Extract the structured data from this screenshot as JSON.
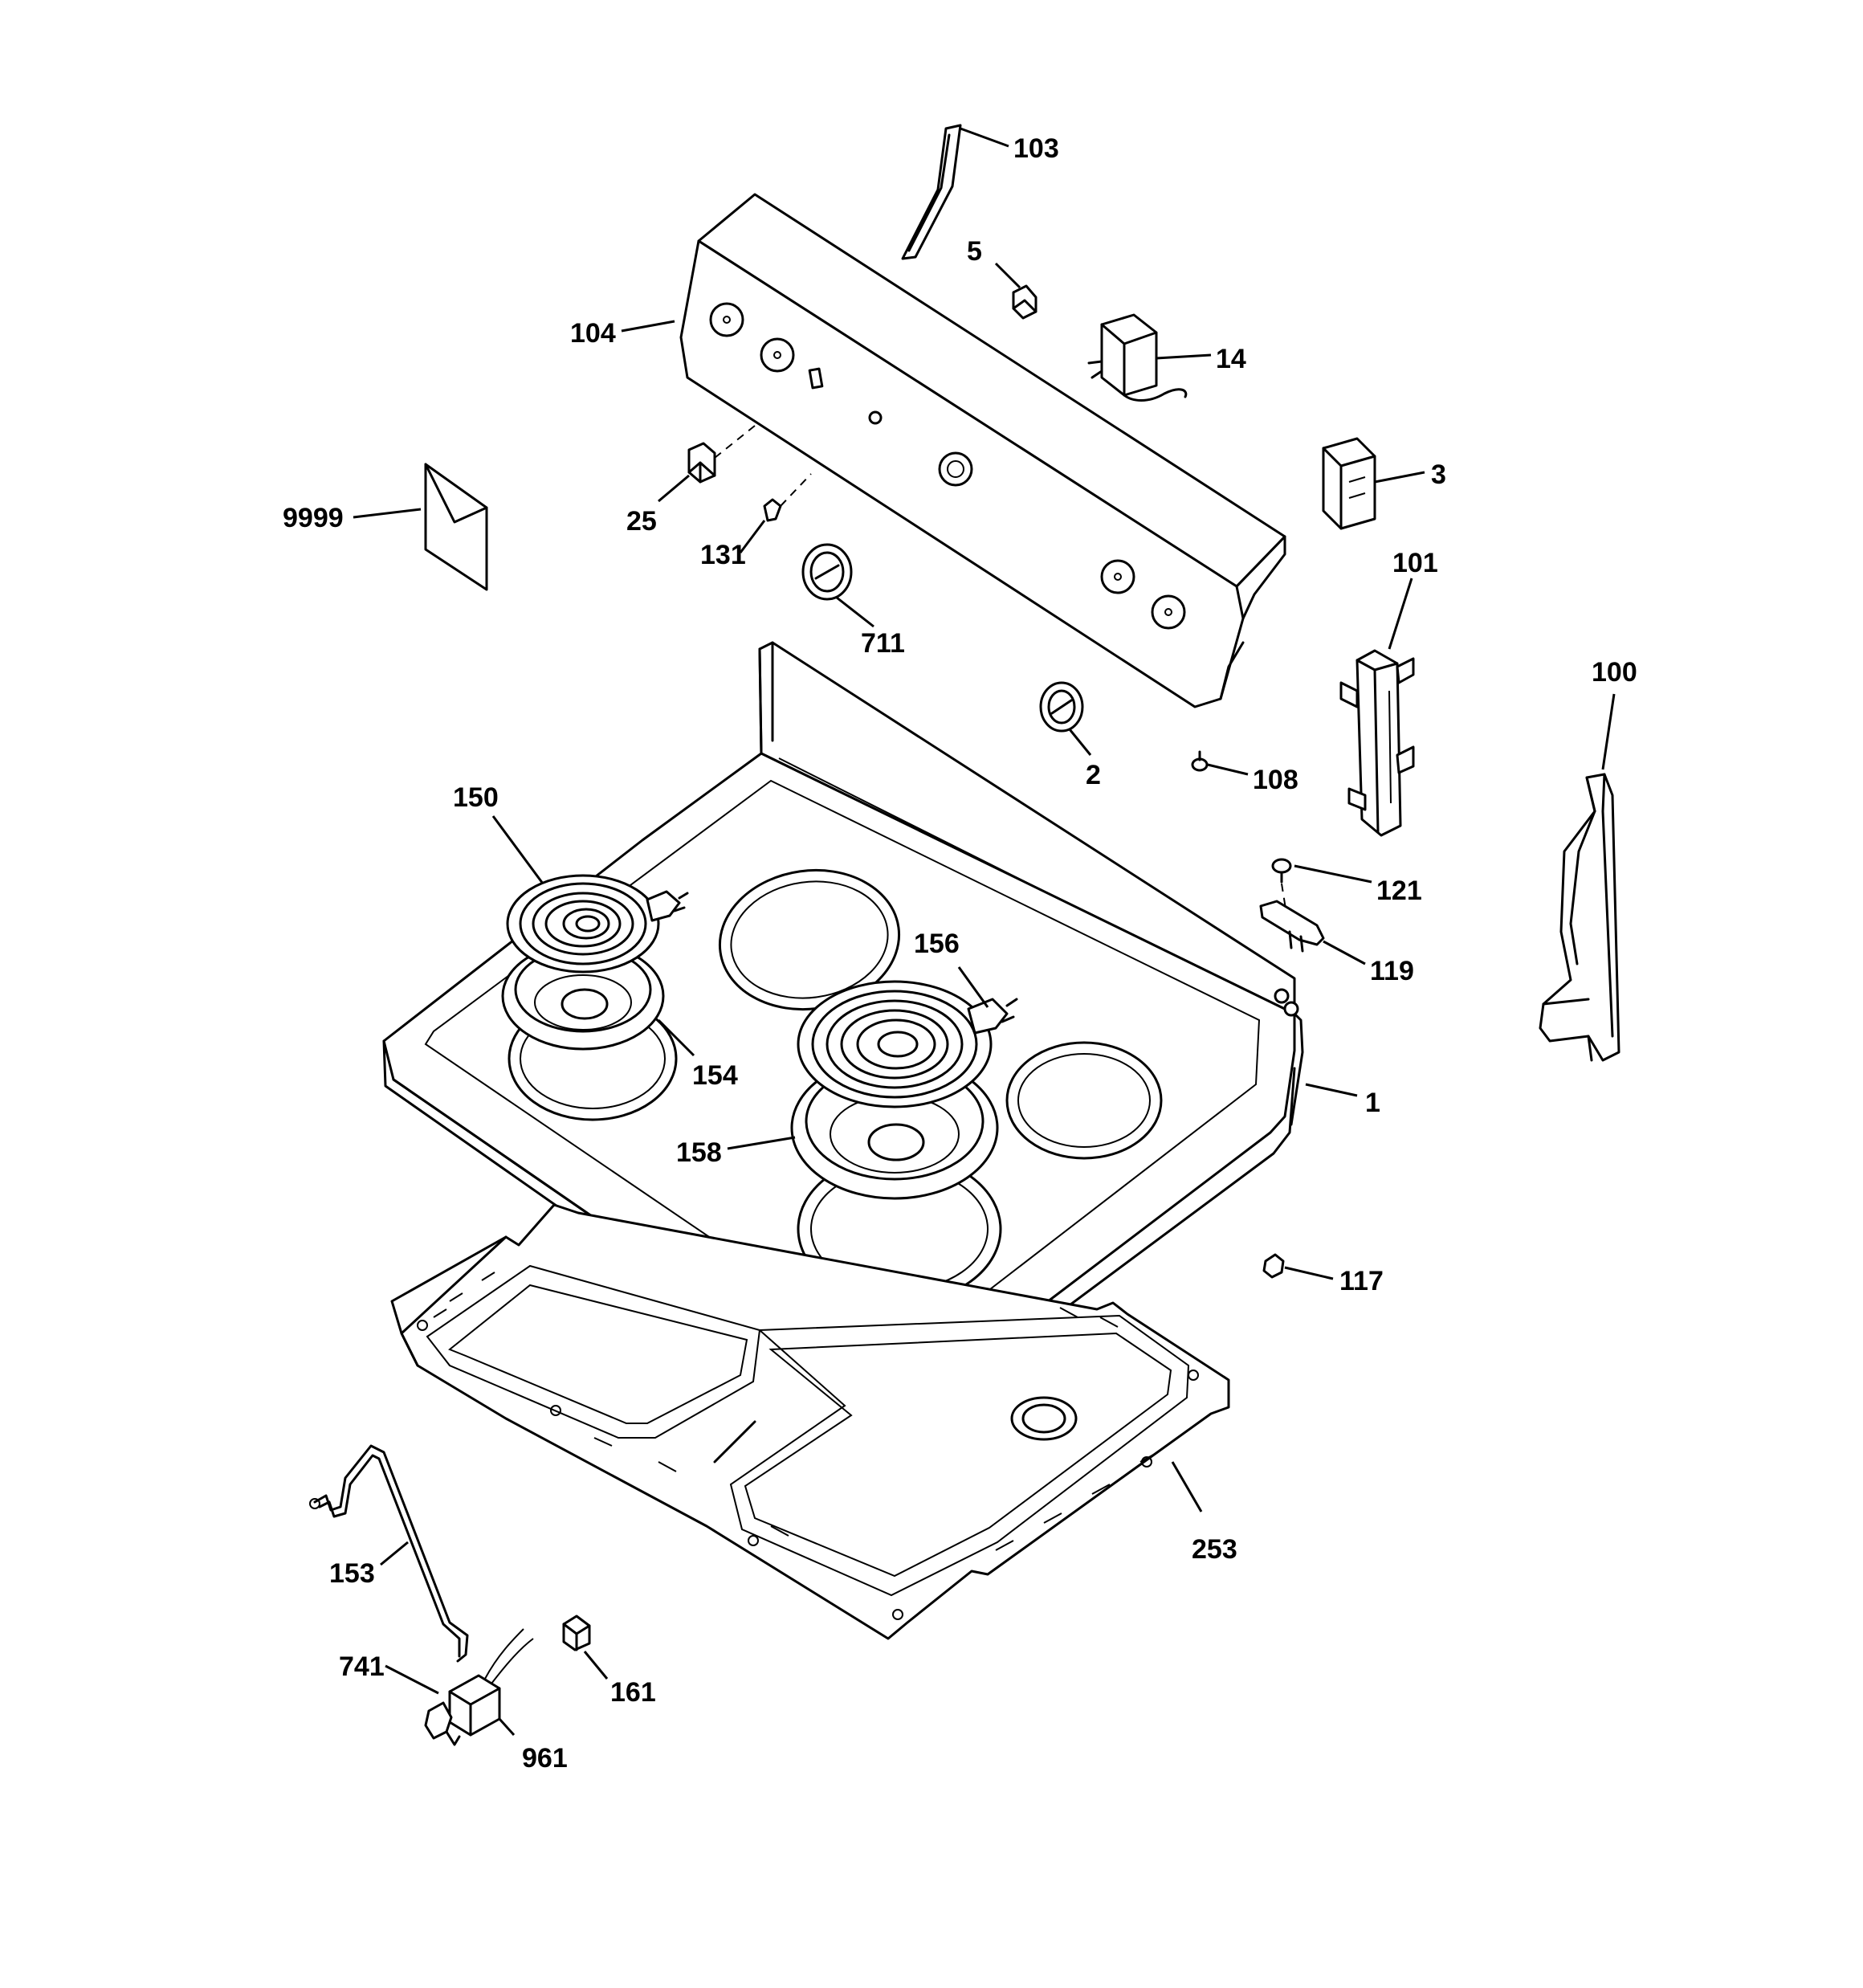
{
  "diagram": {
    "callouts": {
      "c103": "103",
      "c5": "5",
      "c104": "104",
      "c14": "14",
      "c3": "3",
      "c9999": "9999",
      "c25": "25",
      "c131": "131",
      "c711": "711",
      "c101": "101",
      "c100": "100",
      "c2": "2",
      "c108": "108",
      "c150": "150",
      "c156": "156",
      "c121": "121",
      "c119": "119",
      "c154": "154",
      "c1": "1",
      "c158": "158",
      "c117": "117",
      "c253": "253",
      "c153": "153",
      "c741": "741",
      "c161": "161",
      "c961": "961"
    }
  }
}
